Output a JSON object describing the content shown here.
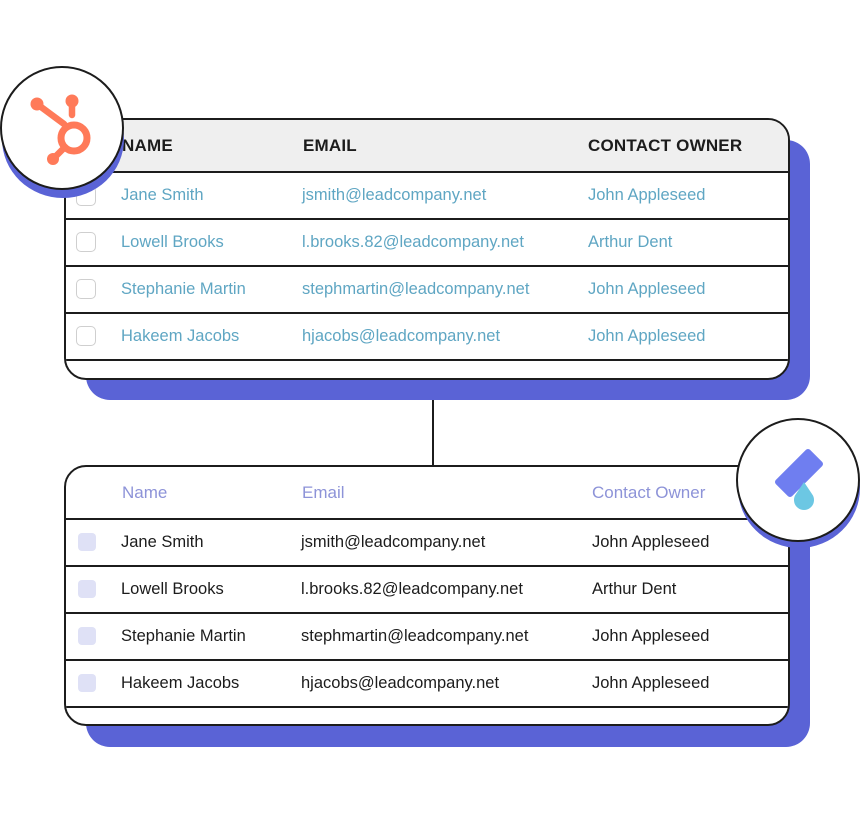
{
  "source_table": {
    "app_icon": "hubspot-sprocket-icon",
    "headers": [
      "NAME",
      "EMAIL",
      "CONTACT OWNER"
    ],
    "rows": [
      {
        "name": "Jane Smith",
        "email": "jsmith@leadcompany.net",
        "owner": "John Appleseed"
      },
      {
        "name": "Lowell Brooks",
        "email": "l.brooks.82@leadcompany.net",
        "owner": "Arthur Dent"
      },
      {
        "name": "Stephanie Martin",
        "email": "stephmartin@leadcompany.net",
        "owner": "John Appleseed"
      },
      {
        "name": "Hakeem Jacobs",
        "email": "hjacobs@leadcompany.net",
        "owner": "John Appleseed"
      }
    ]
  },
  "target_table": {
    "app_icon": "app-logo-icon",
    "headers": [
      "Name",
      "Email",
      "Contact Owner"
    ],
    "rows": [
      {
        "name": "Jane Smith",
        "email": "jsmith@leadcompany.net",
        "owner": "John Appleseed"
      },
      {
        "name": "Lowell Brooks",
        "email": "l.brooks.82@leadcompany.net",
        "owner": "Arthur Dent"
      },
      {
        "name": "Stephanie Martin",
        "email": "stephmartin@leadcompany.net",
        "owner": "John Appleseed"
      },
      {
        "name": "Hakeem Jacobs",
        "email": "hjacobs@leadcompany.net",
        "owner": "John Appleseed"
      }
    ]
  },
  "colors": {
    "shadow": "#5a63d6",
    "hubspot_orange": "#ff7a59",
    "source_text": "#5fa6c3",
    "target_header": "#8d93d8",
    "logo_blue": "#6f7ef0",
    "logo_cyan": "#6cc7e3"
  }
}
